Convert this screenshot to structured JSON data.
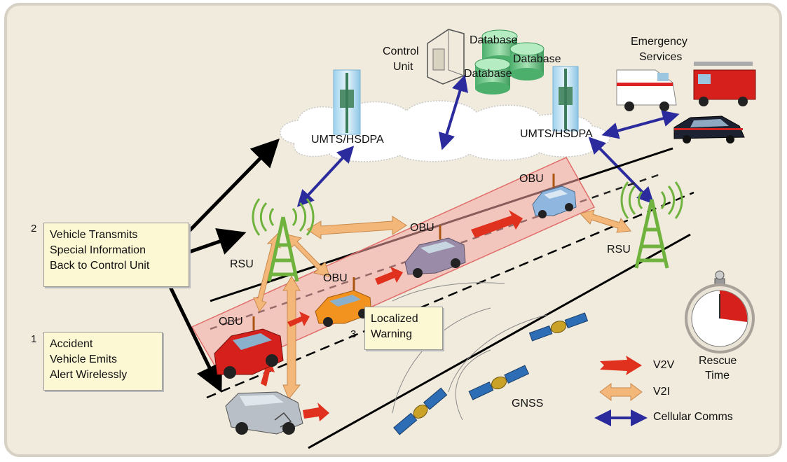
{
  "network": {
    "umts_left": "UMTS/HSDPA",
    "umts_right": "UMTS/HSDPA",
    "control_unit": [
      "Control",
      "Unit"
    ],
    "databases": [
      "Database",
      "Database",
      "Database"
    ],
    "emergency": [
      "Emergency",
      "Services"
    ]
  },
  "road": {
    "rsu_left": "RSU",
    "rsu_right": "RSU",
    "obu_labels": [
      "OBU",
      "OBU",
      "OBU",
      "OBU"
    ],
    "gnss": "GNSS"
  },
  "steps": [
    {
      "number": "2",
      "lines": [
        "Vehicle Transmits",
        "Special Information",
        "Back to Control Unit"
      ]
    },
    {
      "number": "1",
      "lines": [
        "Accident",
        "Vehicle Emits",
        "Alert Wirelessly"
      ]
    },
    {
      "number": "3",
      "lines": [
        "Localized",
        "Warning"
      ]
    }
  ],
  "legend": {
    "v2v": "V2V",
    "v2i": "V2I",
    "cellular": "Cellular Comms",
    "colors": {
      "v2v": "#e0301e",
      "v2i": "#f4b77a",
      "cellular": "#2b2b9e"
    }
  },
  "timer": {
    "label": [
      "Rescue",
      "Time"
    ]
  }
}
